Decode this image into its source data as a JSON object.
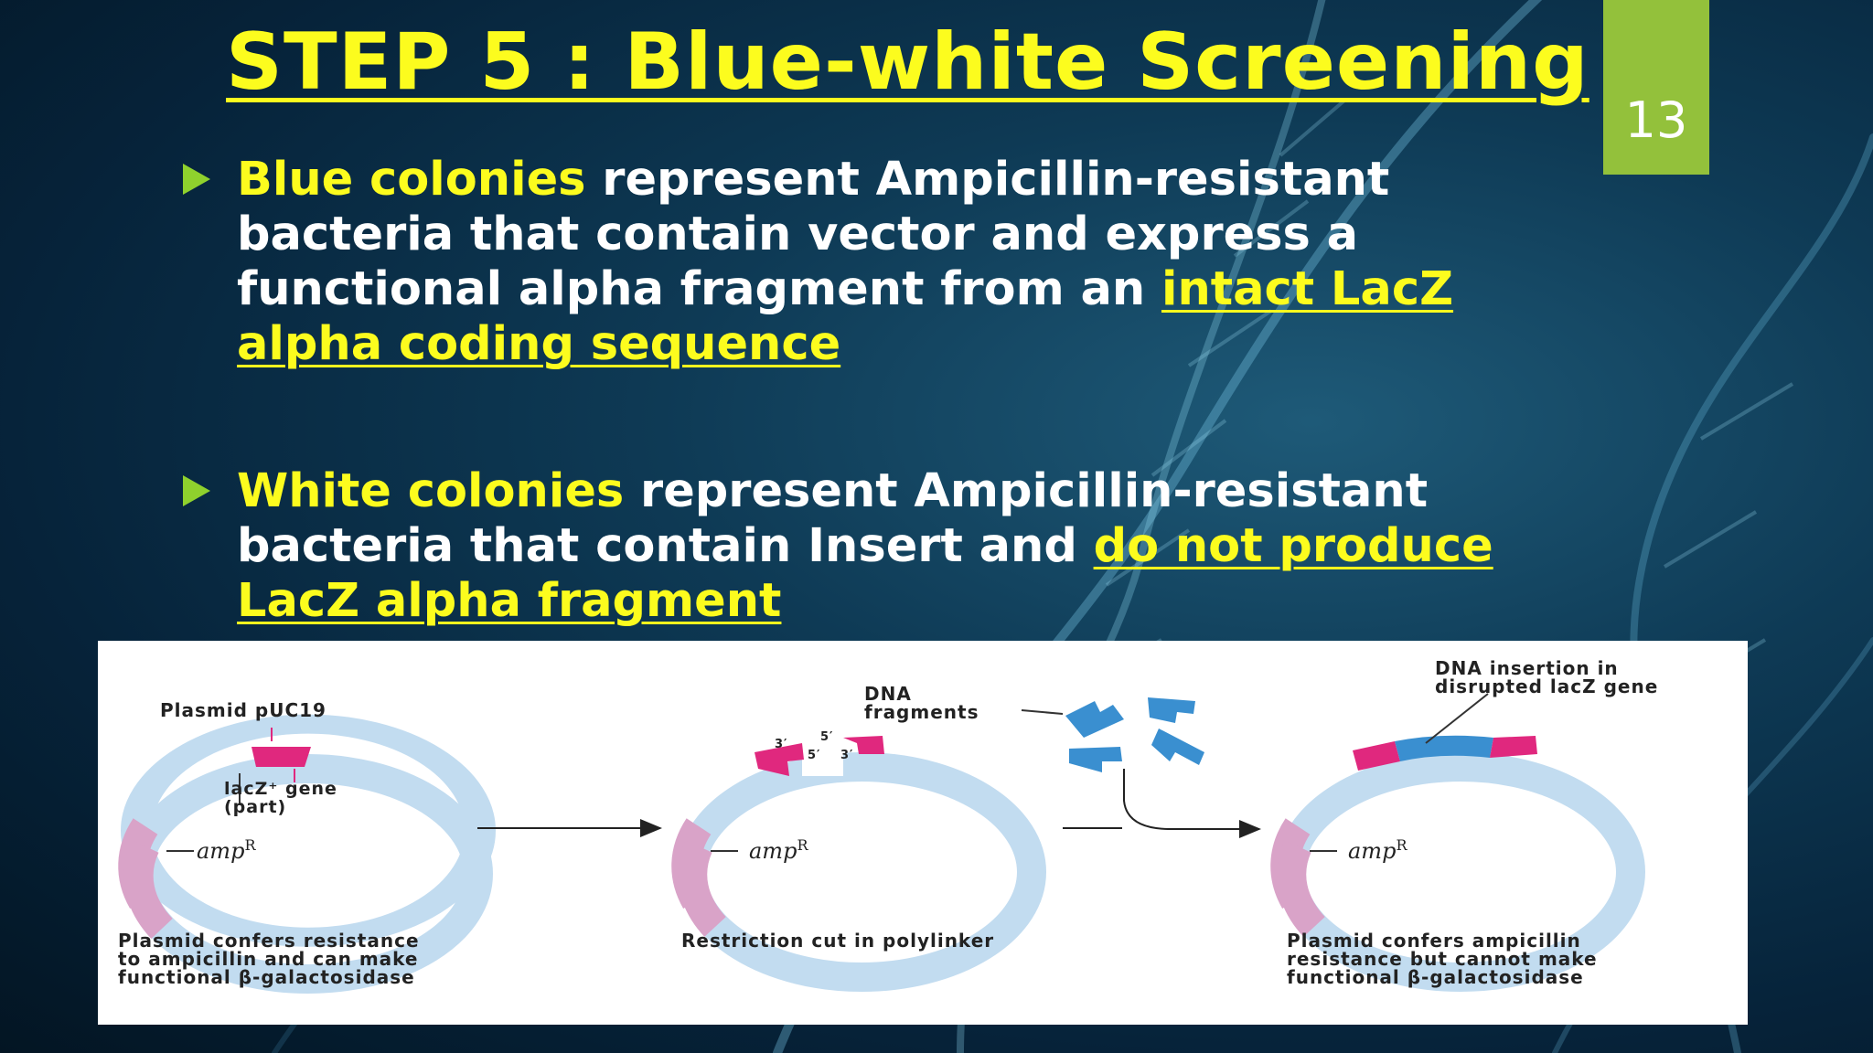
{
  "slide": {
    "title": "STEP 5 : Blue-white Screening",
    "number": "13"
  },
  "bullets": [
    {
      "highlight": "Blue colonies",
      "text": " represent Ampicillin-resistant bacteria that contain vector and express a functional alpha fragment from an ",
      "underlined": "intact LacZ alpha coding sequence"
    },
    {
      "highlight": "White colonies",
      "text": " represent Ampicillin-resistant bacteria that contain Insert and ",
      "underlined": "do not produce LacZ alpha fragment"
    }
  ],
  "diagram": {
    "plasmid_label": "Plasmid pUC19",
    "lacz_label": "lacZ⁺ gene\n(part)",
    "amp_label": "amp",
    "amp_sup": "R",
    "dna_fragments_label": "DNA\nfragments",
    "insertion_label": "DNA insertion in\ndisrupted lacZ gene",
    "caption_1": "Plasmid confers resistance\nto ampicillin and can make\nfunctional β-galactosidase",
    "caption_2": "Restriction cut in polylinker",
    "caption_3": "Plasmid confers ampicillin\nresistance but cannot make\nfunctional β-galactosidase",
    "end_3": "3′",
    "end_5": "5′"
  },
  "colors": {
    "title": "#fcfc1e",
    "slide_number_bg": "#93c13b",
    "bullet_arrow": "#8fd12d",
    "plasmid_ring": "#c2dcf0",
    "amp_segment": "#d9a3c8",
    "lacz_segment": "#e0287e",
    "dna_fragment": "#3a8fd0"
  }
}
